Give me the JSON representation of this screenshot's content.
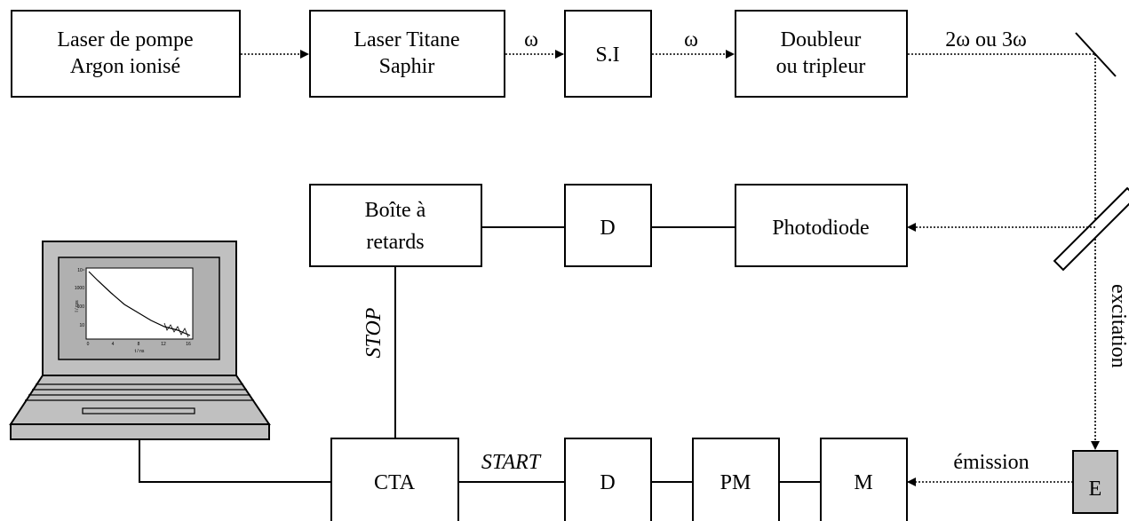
{
  "boxes": {
    "pump_laser": {
      "line1": "Laser de pompe",
      "line2": "Argon ionisé"
    },
    "ti_sapphire": {
      "line1": "Laser Titane",
      "line2": "Saphir"
    },
    "si": {
      "label": "S.I"
    },
    "doubler": {
      "line1": "Doubleur",
      "line2": "ou tripleur"
    },
    "delay_box": {
      "line1": "Boîte à",
      "line2": "retards"
    },
    "d_top": {
      "label": "D"
    },
    "photodiode": {
      "label": "Photodiode"
    },
    "cta": {
      "label": "CTA"
    },
    "d_bottom": {
      "label": "D"
    },
    "pm": {
      "label": "PM"
    },
    "m": {
      "label": "M"
    },
    "e": {
      "label": "E"
    }
  },
  "signals": {
    "omega_1": "ω",
    "omega_2": "ω",
    "harmonics": "2ω ou 3ω",
    "excitation": "excitation",
    "emission": "émission",
    "stop": "STOP",
    "start": "START"
  },
  "laptop_plot": {
    "y_ticks": [
      "10⁴",
      "1000",
      "100",
      "10"
    ],
    "x_ticks": [
      "0",
      "4",
      "8",
      "12",
      "16"
    ],
    "x_label": "t / ns",
    "y_label": "I / cps"
  },
  "colors": {
    "line": "#000000",
    "sample_fill": "#c0c0c0",
    "laptop_body": "#c0c0c0",
    "laptop_screen_frame": "#808080"
  }
}
